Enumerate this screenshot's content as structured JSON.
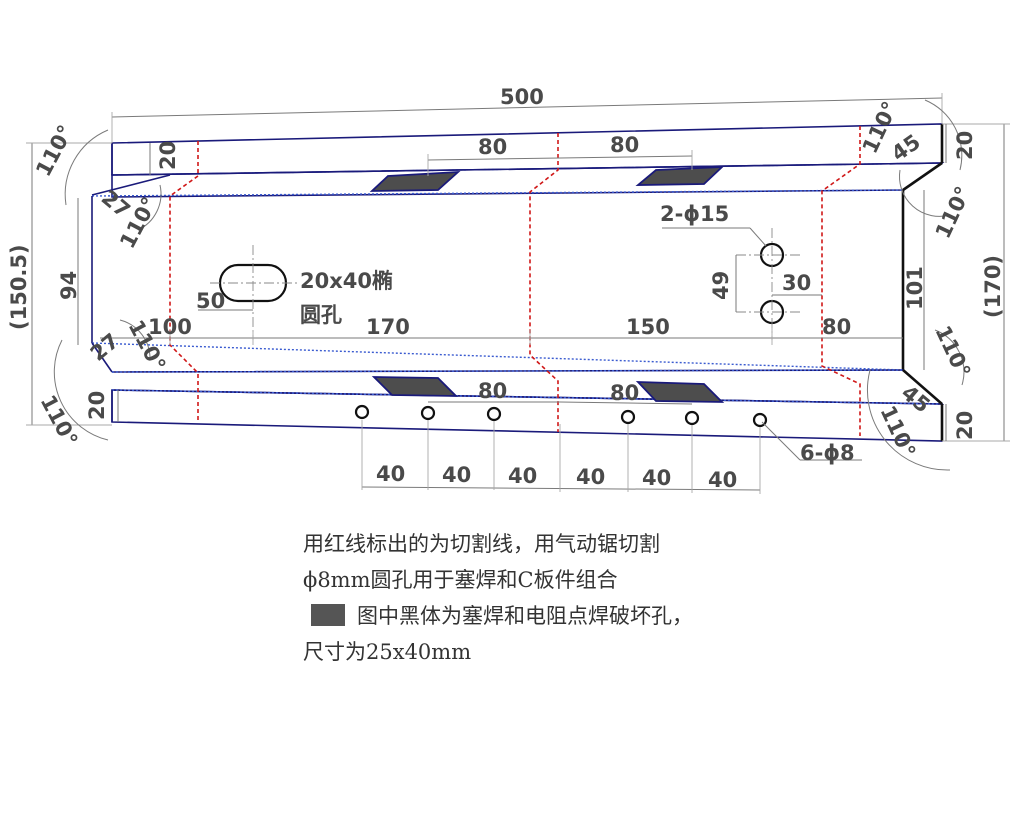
{
  "dims": {
    "overall_length": "500",
    "top_80_left": "80",
    "top_80_right": "80",
    "bot_80_left": "80",
    "bot_80_right": "80",
    "flange_top_left": "20",
    "flange_top_right": "20",
    "flange_bot_left": "20",
    "flange_bot_right": "20",
    "ang_tl": "110°",
    "ang_tl2": "110°",
    "ang_bl": "110°",
    "ang_bl2": "110°",
    "ang_tr": "110°",
    "ang_tr2": "110°",
    "ang_br": "110°",
    "ang_br2": "110°",
    "slope_tl": "27",
    "slope_bl": "27",
    "slope_tr": "45",
    "slope_br": "45",
    "web_height_left": "94",
    "web_height_right": "101",
    "overall_left": "(150.5)",
    "overall_right": "(170)",
    "hole_big": "2-ϕ15",
    "hole_vert": "49",
    "hole_horiz": "30",
    "slot_label_1": "20x40椭",
    "slot_label_2": "圆孔",
    "slot_offset": "50",
    "seg_100": "100",
    "seg_170": "170",
    "seg_150": "150",
    "seg_80": "80",
    "small_holes": "6-ϕ8",
    "pitch": [
      "40",
      "40",
      "40",
      "40",
      "40",
      "40"
    ]
  },
  "legend": {
    "line1": "用红线标出的为切割线，用气动锯切割",
    "line2": "ϕ8mm圆孔用于塞焊和C板件组合",
    "line3": "图中黑体为塞焊和电阻点焊破坏孔，",
    "line4": "尺寸为25x40mm"
  },
  "colors": {
    "cut_line": "#d01818",
    "outline": "#1a1a7a",
    "slot_fill": "#4d4d4d"
  }
}
